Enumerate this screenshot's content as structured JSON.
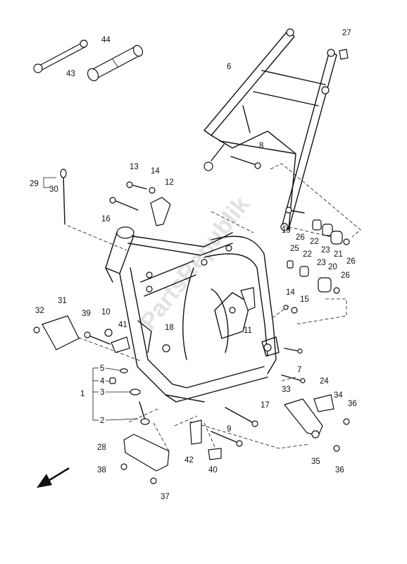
{
  "watermark": "PartsRepublik",
  "labels": {
    "l1": "1",
    "l2": "2",
    "l3": "3",
    "l4": "4",
    "l5": "5",
    "l6": "6",
    "l7": "7",
    "l8": "8",
    "l9": "9",
    "l10": "10",
    "l11": "11",
    "l12": "12",
    "l13": "13",
    "l14a": "14",
    "l14b": "14",
    "l15": "15",
    "l16": "16",
    "l17": "17",
    "l18": "18",
    "l19": "19",
    "l20": "20",
    "l21": "21",
    "l22a": "22",
    "l22b": "22",
    "l23a": "23",
    "l23b": "23",
    "l24": "24",
    "l25": "25",
    "l26a": "26",
    "l26b": "26",
    "l26c": "26",
    "l27": "27",
    "l28": "28",
    "l29": "29",
    "l30": "30",
    "l31": "31",
    "l32": "32",
    "l33": "33",
    "l34": "34",
    "l35": "35",
    "l36a": "36",
    "l36b": "36",
    "l37": "37",
    "l38": "38",
    "l39": "39",
    "l40": "40",
    "l41": "41",
    "l42": "42",
    "l43": "43",
    "l44": "44"
  }
}
